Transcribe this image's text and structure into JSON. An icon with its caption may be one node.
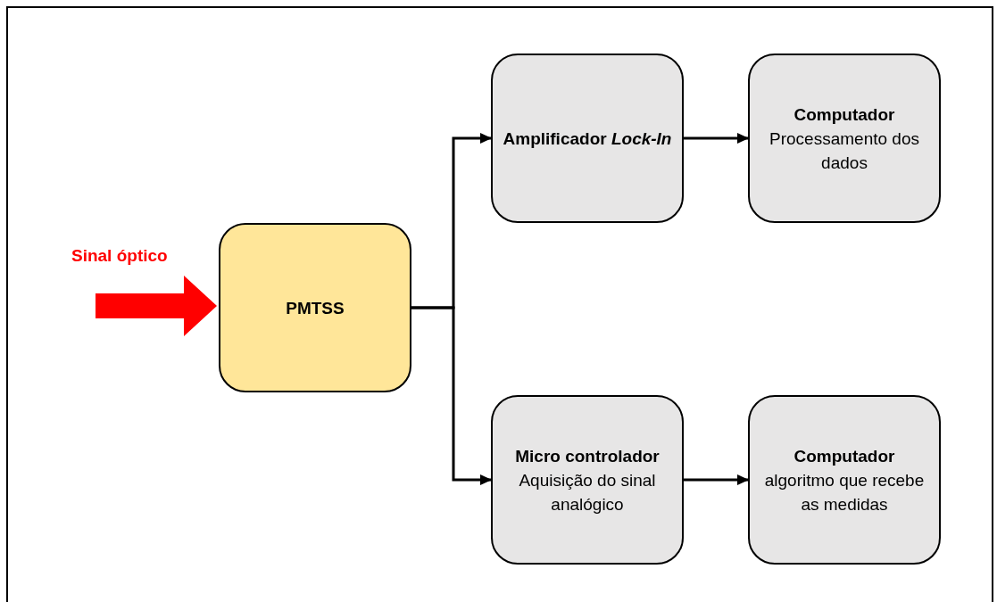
{
  "diagram": {
    "nodes": [
      {
        "text": [
          "PMTSS"
        ]
      },
      {
        "text": [
          "Amplificador *Lock-In*"
        ]
      },
      {
        "text": [
          "Computador",
          "Processamento dos dados"
        ]
      },
      {
        "text": [
          "Micro controlador",
          "Aquisição do sinal analógico"
        ]
      },
      {
        "text": [
          "Computador",
          "algoritmo que recebe as medidas"
        ]
      }
    ],
    "edges": [
      {
        "from": null,
        "to": 0,
        "arrow": "to",
        "label": "Sinal óptico",
        "style": "thick",
        "color": "#ff0000"
      },
      {
        "from": 0,
        "to": 1,
        "arrow": "to"
      },
      {
        "from": 0,
        "to": 3,
        "arrow": "to"
      },
      {
        "from": 1,
        "to": 2,
        "arrow": "to"
      },
      {
        "from": 3,
        "to": 4,
        "arrow": "to"
      }
    ]
  }
}
